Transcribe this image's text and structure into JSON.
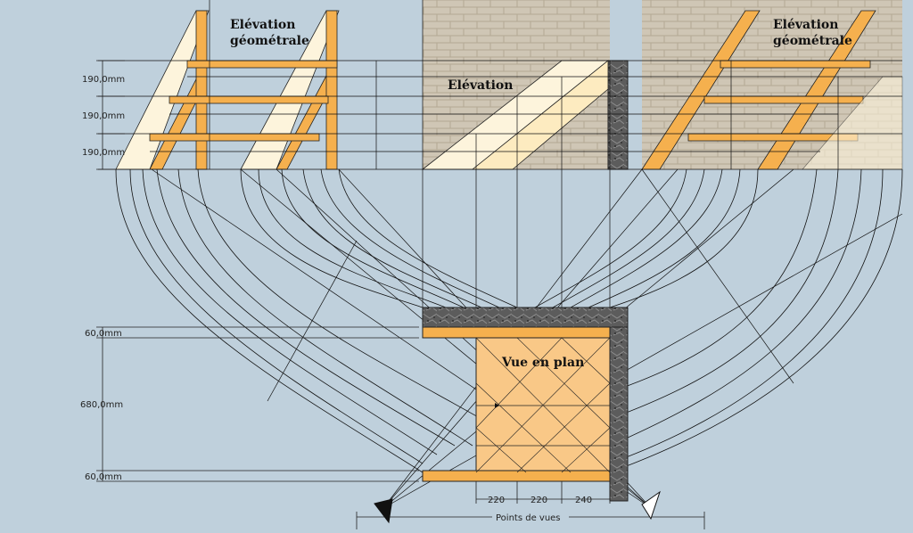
{
  "labels": {
    "elevation_geo_left_line1": "Elévation",
    "elevation_geo_left_line2": "géométrale",
    "elevation_geo_right_line1": "Elévation",
    "elevation_geo_right_line2": "géométrale",
    "elevation": "Elévation",
    "plan_view": "Vue en plan",
    "view_points": "Points de vues"
  },
  "dimensions": {
    "riser_1": "190,0mm",
    "riser_2": "190,0mm",
    "riser_3": "190,0mm",
    "plan_top": "60,0mm",
    "plan_depth": "680,0mm",
    "plan_bottom": "60,0mm",
    "span_1": "220",
    "span_2": "220",
    "span_3": "240"
  },
  "colors": {
    "background": "#bfd0dc",
    "wood": "#f5b04e",
    "wood_light": "#fdebc0",
    "wall": "#cdc4b3",
    "stone": "#5a5a5a",
    "plan_fill": "#f9c887"
  }
}
